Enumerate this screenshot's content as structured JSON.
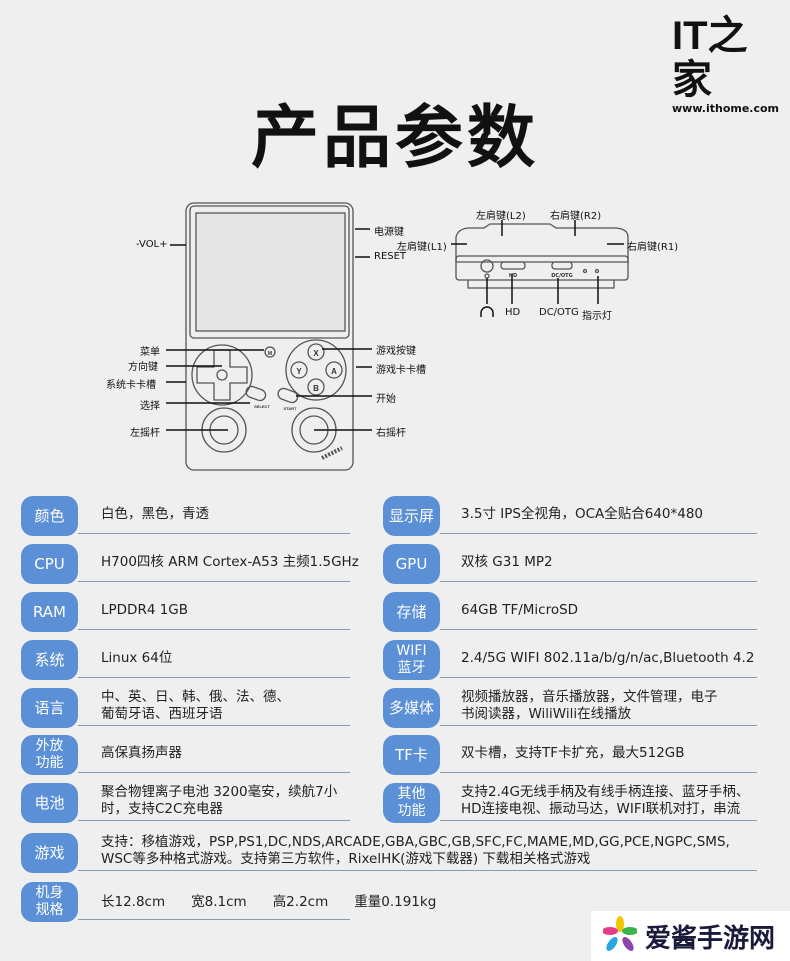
{
  "header": {
    "title": "产品参数",
    "logo_text": "IT之家",
    "logo_url": "www.ithome.com"
  },
  "diagram": {
    "front": [
      "-VOL+",
      "电源键",
      "RESET",
      "菜单",
      "方向键",
      "系统卡卡槽",
      "选择",
      "左摇杆",
      "游戏按键",
      "游戏卡卡槽",
      "开始",
      "右摇杆"
    ],
    "top": [
      "左肩键(L2)",
      "右肩键(R2)",
      "左肩键(L1)",
      "右肩键(R1)",
      "HD",
      "DC/OTG",
      "指示灯"
    ],
    "buttons": {
      "x": "X",
      "y": "Y",
      "a": "A",
      "b": "B",
      "m": "M",
      "select": "SELECT",
      "start": "START",
      "hd": "HD",
      "dcotg": "DC/OTG"
    }
  },
  "specs": {
    "left": [
      {
        "label": "颜色",
        "value": "白色，黑色，青透"
      },
      {
        "label": "CPU",
        "value": "H700四核 ARM Cortex-A53 主频1.5GHz"
      },
      {
        "label": "RAM",
        "value": "LPDDR4  1GB"
      },
      {
        "label": "系统",
        "value": "Linux 64位"
      },
      {
        "label": "语言",
        "value": "中、英、日、韩、俄、法、德、\n葡萄牙语、西班牙语"
      },
      {
        "label": "外放\n功能",
        "value": "高保真扬声器"
      },
      {
        "label": "电池",
        "value": "聚合物锂离子电池 3200毫安，续航7小\n时，支持C2C充电器"
      }
    ],
    "right": [
      {
        "label": "显示屏",
        "value": "3.5寸 IPS全视角，OCA全贴合640*480"
      },
      {
        "label": "GPU",
        "value": "双核 G31 MP2"
      },
      {
        "label": "存储",
        "value": "64GB TF/MicroSD"
      },
      {
        "label": "WIFI\n蓝牙",
        "value": "2.4/5G WIFI 802.11a/b/g/n/ac,Bluetooth 4.2"
      },
      {
        "label": "多媒体",
        "value": "视频播放器，音乐播放器，文件管理，电子\n书阅读器，WiliWili在线播放"
      },
      {
        "label": "TF卡",
        "value": "双卡槽，支持TF卡扩充，最大512GB"
      },
      {
        "label": "其他\n功能",
        "value": "支持2.4G无线手柄及有线手柄连接、蓝牙手柄、\nHD连接电视、振动马达，WIFI联机对打，串流"
      }
    ],
    "games": {
      "label": "游戏",
      "value": "支持：移植游戏，PSP,PS1,DC,NDS,ARCADE,GBA,GBC,GB,SFC,FC,MAME,MD,GG,PCE,NGPC,SMS,\nWSC等多种格式游戏。支持第三方软件，RixelHK(游戏下载器) 下载相关格式游戏"
    },
    "body": {
      "label": "机身\n规格",
      "values": [
        "长12.8cm",
        "宽8.1cm",
        "高2.2cm",
        "重量0.191kg"
      ]
    }
  },
  "watermark": {
    "text": "爱酱手游网"
  },
  "colors": {
    "pill": "#5b8fd6",
    "background": "#efefef"
  }
}
